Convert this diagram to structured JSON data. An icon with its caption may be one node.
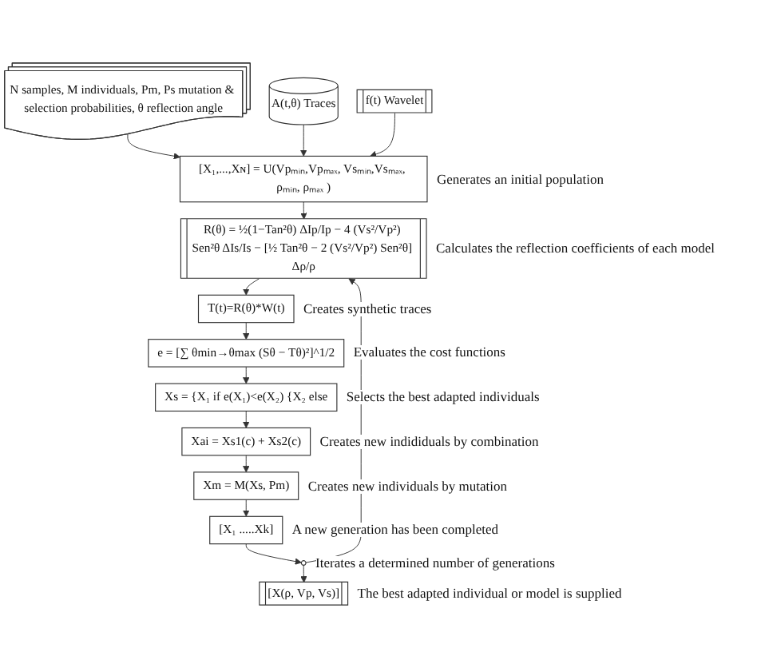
{
  "diagram": {
    "nodes": [
      {
        "text": [
          "N samples, M individuals, Pm, Ps mutation & selection probabilities, θ reflection angle"
        ]
      },
      {
        "text": [
          "A(t,θ) Traces"
        ]
      },
      {
        "text": [
          "f(t) Wavelet"
        ]
      },
      {
        "text": [
          "[X₁,...,Xɴ] = U(Vpₘᵢₙ,Vpₘₐₓ, Vsₘᵢₙ,Vsₘₐₓ, ρₘᵢₙ, ρₘₐₓ )"
        ],
        "beside": [
          "Generates an initial population"
        ]
      },
      {
        "text": [
          "R(θ) = ½(1−Tan²θ) ΔIp/Ip − 4 (Vs²/Vp²) Sen²θ ΔIs/Is − [½ Tan²θ − 2 (Vs²/Vp²) Sen²θ] Δρ/ρ"
        ],
        "beside": [
          "Calculates the reflection coefficients of each model"
        ]
      },
      {
        "text": [
          "T(t)=R(θ)*W(t)"
        ],
        "beside": [
          "Creates synthetic traces"
        ]
      },
      {
        "text": [
          "e = [∑ θmin→θmax (Sθ − Tθ)²]^1/2"
        ],
        "beside": [
          "Evaluates the cost functions"
        ]
      },
      {
        "text": [
          "Xs = {X₁ if e(X₁)<e(X₂) {X₂ else"
        ],
        "beside": [
          "Selects the best adapted individuals"
        ]
      },
      {
        "text": [
          "Xai = Xs1(c) + Xs2(c)"
        ],
        "beside": [
          "Creates new indididuals by combination"
        ]
      },
      {
        "text": [
          "Xm = M(Xs, Pm)"
        ],
        "beside": [
          "Creates new individuals by mutation"
        ]
      },
      {
        "text": [
          "[X₁ .....Xk]"
        ],
        "beside": [
          "A new generation has been completed"
        ]
      },
      {
        "text": [],
        "shape": "circle",
        "beside": [
          "Iterates a determined number of generations"
        ]
      },
      {
        "text": [
          "[X(ρ, Vp, Vs)]"
        ],
        "beside": [
          "The best adapted individual or model is supplied"
        ]
      }
    ],
    "edges": [
      {
        "from": 0,
        "to": 3,
        "arrow": "to"
      },
      {
        "from": 1,
        "to": 3,
        "arrow": "to"
      },
      {
        "from": 2,
        "to": 3,
        "arrow": "to"
      },
      {
        "from": 3,
        "to": 4,
        "arrow": "to"
      },
      {
        "from": 4,
        "to": 5,
        "arrow": "to"
      },
      {
        "from": 5,
        "to": 6,
        "arrow": "to"
      },
      {
        "from": 6,
        "to": 7,
        "arrow": "to"
      },
      {
        "from": 7,
        "to": 8,
        "arrow": "to"
      },
      {
        "from": 8,
        "to": 9,
        "arrow": "to"
      },
      {
        "from": 9,
        "to": 10,
        "arrow": "to"
      },
      {
        "from": 10,
        "to": 11,
        "arrow": "to"
      },
      {
        "from": 11,
        "to": 4,
        "arrow": "to"
      },
      {
        "from": 11,
        "to": 12,
        "arrow": "to"
      }
    ]
  }
}
